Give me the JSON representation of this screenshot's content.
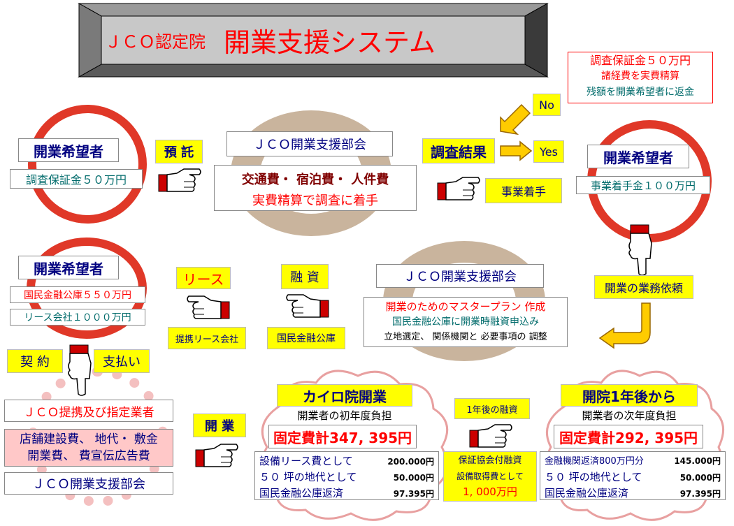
{
  "colors": {
    "navy": "#000080",
    "red": "#ff0000",
    "teal": "#006b6b",
    "yellow": "#ffff00",
    "ring_red": "#e03828",
    "beige": "#c9b49d",
    "pink_fill": "#ffc8c8",
    "cloud": "#e8a0a0"
  },
  "banner": {
    "prefix": "ＪＣＯ認定院",
    "main": "開業支援システム"
  },
  "refund_box": {
    "line1": "調査保証金５０万円",
    "line2": "諸経費を実費精算",
    "line3": "残額を開業希望者に返金"
  },
  "no_label": "No",
  "yes_label": "Yes",
  "left_top": {
    "title": "開業希望者",
    "deposit": "調査保証金５０万円"
  },
  "trust_label": "預 託",
  "survey_block": {
    "title": "ＪＣＯ開業支援部会",
    "line1": "交通費・ 宿泊費・ 人件費",
    "line2": "実費精算で調査に着手"
  },
  "result_label": "調査結果",
  "start_label": "事業着手",
  "right_top": {
    "title": "開業希望者",
    "fee": "事業着手金１００万円"
  },
  "request_label": "開業の業務依頼",
  "left_mid": {
    "title": "開業希望者",
    "loan1": "国民金融公庫５５０万円",
    "loan2": "リース会社１０００万円"
  },
  "lease_label": "リース",
  "lease_company": "提携リース会社",
  "finance_label": "融 資",
  "finance_org": "国民金融公庫",
  "plan_block": {
    "title": "ＪＣＯ開業支援部会",
    "line1": "開業のためのマスタープラン 作成",
    "line2": "国民金融公庫に開業時融資申込み",
    "line3": "立地選定、 関係機関と 必要事項の 調整"
  },
  "contract_label": "契 約",
  "pay_label": "支払い",
  "bottom_left": {
    "vendor": "ＪＣＯ提携及び指定業者",
    "costs1": "店舗建設費、 地代・ 敷金",
    "costs2": "開業費、 費宣伝広告費",
    "org": "ＪＣＯ開業支援部会"
  },
  "open_label": "開 業",
  "first_year": {
    "title": "カイロ院開業",
    "sub": "開業者の初年度負担",
    "total": "固定費計347, 395円",
    "items": [
      {
        "label": "設備リース費として",
        "value": "200.000円"
      },
      {
        "label": "５０ 坪の地代として",
        "value": "50.000円"
      },
      {
        "label": "国民金融公庫返済",
        "value": "97.395円"
      }
    ]
  },
  "loan_after": {
    "title": "1年後の融資",
    "line1": "保証協会付融資",
    "line2": "設備取得費として",
    "amount": "1, 000万円"
  },
  "second_year": {
    "title": "開院1年後から",
    "sub": "開業者の次年度負担",
    "total": "固定費計292, 395円",
    "items": [
      {
        "label": "金融機関返済800万円分",
        "value": "145.000円"
      },
      {
        "label": "５０ 坪の地代として",
        "value": "50.000円"
      },
      {
        "label": "国民金融公庫返済",
        "value": "97.395円"
      }
    ]
  }
}
